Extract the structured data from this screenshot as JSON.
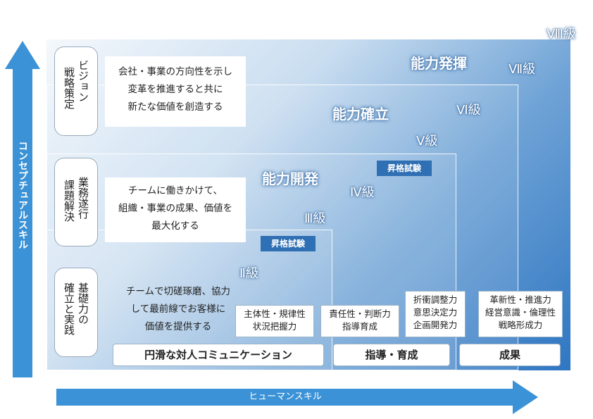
{
  "axes": {
    "vertical": "コンセプチュアルスキル",
    "horizontal": "ヒューマンスキル"
  },
  "stages": {
    "stage1": "能力開発",
    "stage2": "能力確立",
    "stage3": "能力発揮"
  },
  "grades": [
    "Ⅱ級",
    "Ⅲ級",
    "Ⅳ級",
    "Ⅴ級",
    "Ⅵ級",
    "Ⅶ級",
    "Ⅷ級"
  ],
  "exam_label": "昇格試験",
  "rows": [
    {
      "name_col1": "ビジョン",
      "name_col2": "戦略策定",
      "desc": [
        "会社・事業の方向性を示し",
        "変革を推進すると共に",
        "新たな価値を創造する"
      ]
    },
    {
      "name_col1": "業務遂行",
      "name_col2": "課題解決",
      "desc": [
        "チームに働きかけて、",
        "組織・事業の成果、価値を",
        "最大化する"
      ]
    },
    {
      "name_col1": "基礎力の",
      "name_col2": "確立と実践",
      "desc": [
        "チームで切磋琢磨、協力",
        "して最前線でお客様に",
        "価値を提供する"
      ]
    }
  ],
  "skills": [
    [
      "主体性・規律性",
      "状況把握力"
    ],
    [
      "責任性・判断力",
      "指導育成"
    ],
    [
      "折衝調整力",
      "意思決定力",
      "企画開発力"
    ],
    [
      "革新性・推進力",
      "経営意識・倫理性",
      "戦略形成力"
    ]
  ],
  "bars": [
    "円滑な対人コミュニケーション",
    "指導・育成",
    "成果"
  ],
  "colors": {
    "arrow": "#3b92d6",
    "exam_badge": "#2f6fb3",
    "panel_dark": "#2f76c2"
  }
}
